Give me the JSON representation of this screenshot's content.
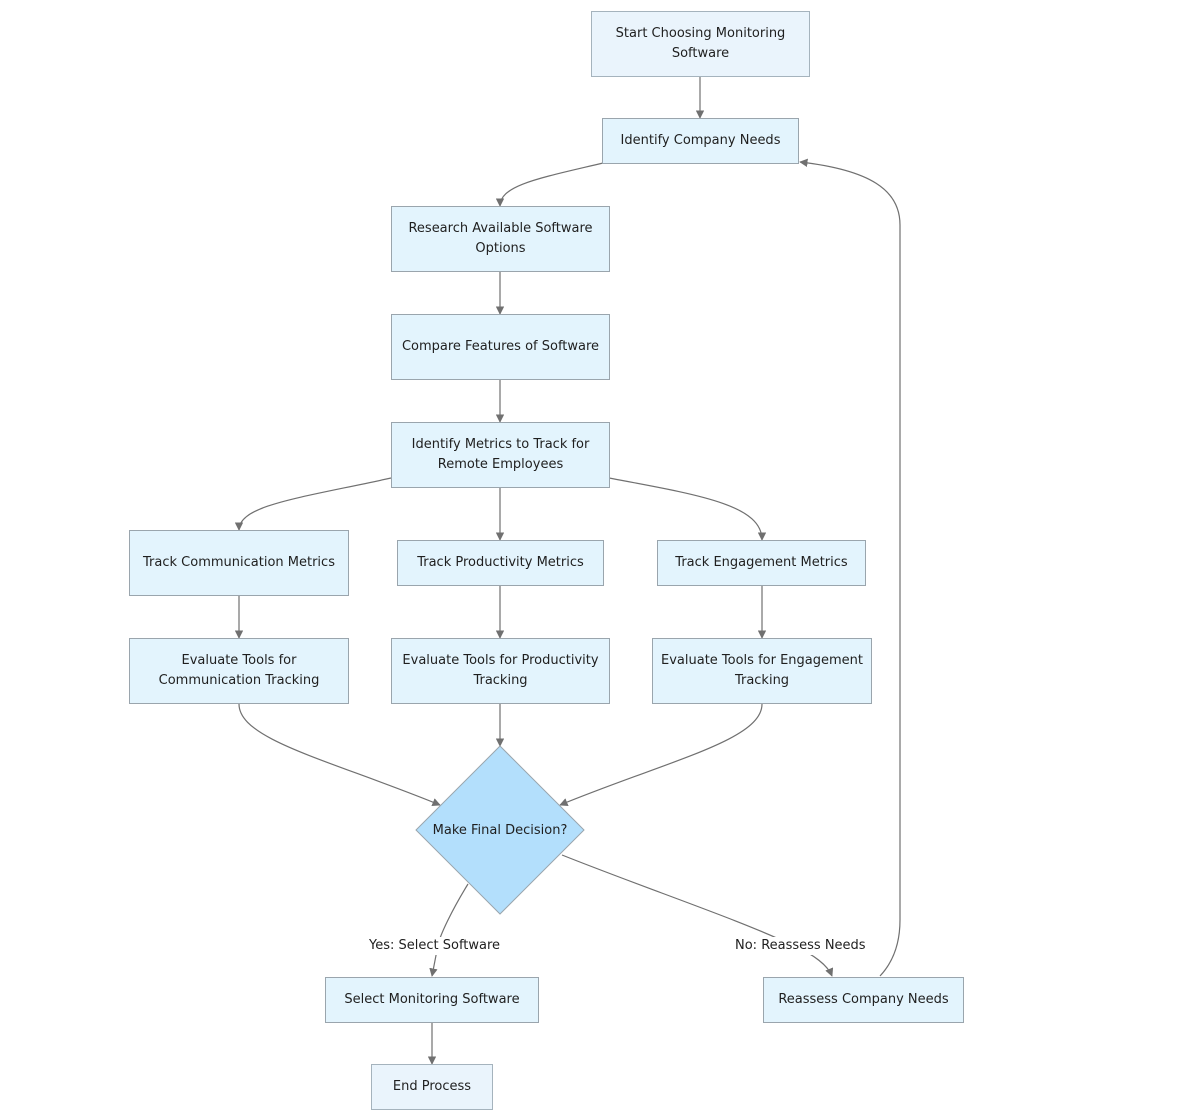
{
  "nodes": {
    "start": "Start Choosing Monitoring Software",
    "identify_needs": "Identify Company Needs",
    "research": "Research Available Software Options",
    "compare": "Compare Features of Software",
    "identify_metrics": "Identify Metrics to Track for Remote Employees",
    "track_communication": "Track Communication Metrics",
    "track_productivity": "Track Productivity Metrics",
    "track_engagement": "Track Engagement Metrics",
    "eval_communication": "Evaluate Tools for Communication Tracking",
    "eval_productivity": "Evaluate Tools for Productivity Tracking",
    "eval_engagement": "Evaluate Tools for Engagement Tracking",
    "decision": "Make Final Decision?",
    "select_software": "Select Monitoring Software",
    "reassess": "Reassess Company Needs",
    "end": "End Process"
  },
  "edges": {
    "yes_label": "Yes: Select Software",
    "no_label": "No: Reassess Needs"
  },
  "colors": {
    "node_fill": "#e3f4fd",
    "decision_fill": "#b3dffc",
    "edge": "#707070"
  }
}
